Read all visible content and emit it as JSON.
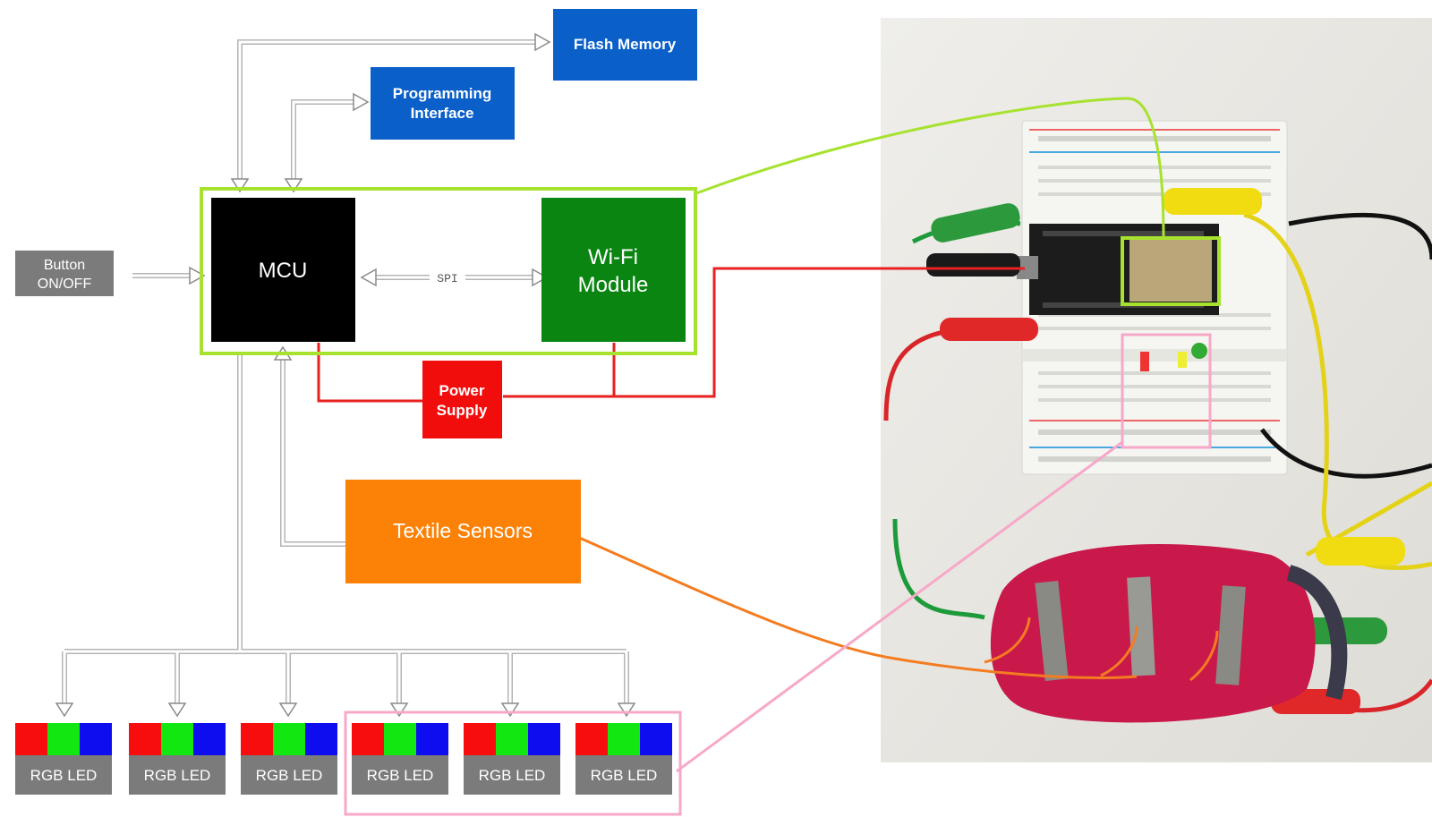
{
  "blocks": {
    "flash_memory": "Flash Memory",
    "programming_interface": [
      "Programming",
      "Interface"
    ],
    "button": [
      "Button",
      "ON/OFF"
    ],
    "mcu": "MCU",
    "spi": "SPI",
    "wifi": [
      "Wi-Fi",
      "Module"
    ],
    "power_supply": [
      "Power",
      "Supply"
    ],
    "textile_sensors": "Textile Sensors"
  },
  "leds": [
    {
      "label": "RGB LED"
    },
    {
      "label": "RGB LED"
    },
    {
      "label": "RGB LED"
    },
    {
      "label": "RGB LED"
    },
    {
      "label": "RGB LED"
    },
    {
      "label": "RGB LED"
    }
  ],
  "colors": {
    "blue_block": "#0a5fc9",
    "gray_block": "#7b7b7b",
    "mcu": "#000000",
    "wifi": "#0b8512",
    "power": "#f20d0d",
    "textile": "#fb8207",
    "lime_highlight": "#a6e22e",
    "pink_highlight": "#f7a8c8",
    "orange_line": "#f47c20",
    "red_line": "#e82020",
    "arrow": "#b4b4b4",
    "led_red": "#f70d0d",
    "led_green": "#12e712",
    "led_blue": "#0d0df0"
  }
}
